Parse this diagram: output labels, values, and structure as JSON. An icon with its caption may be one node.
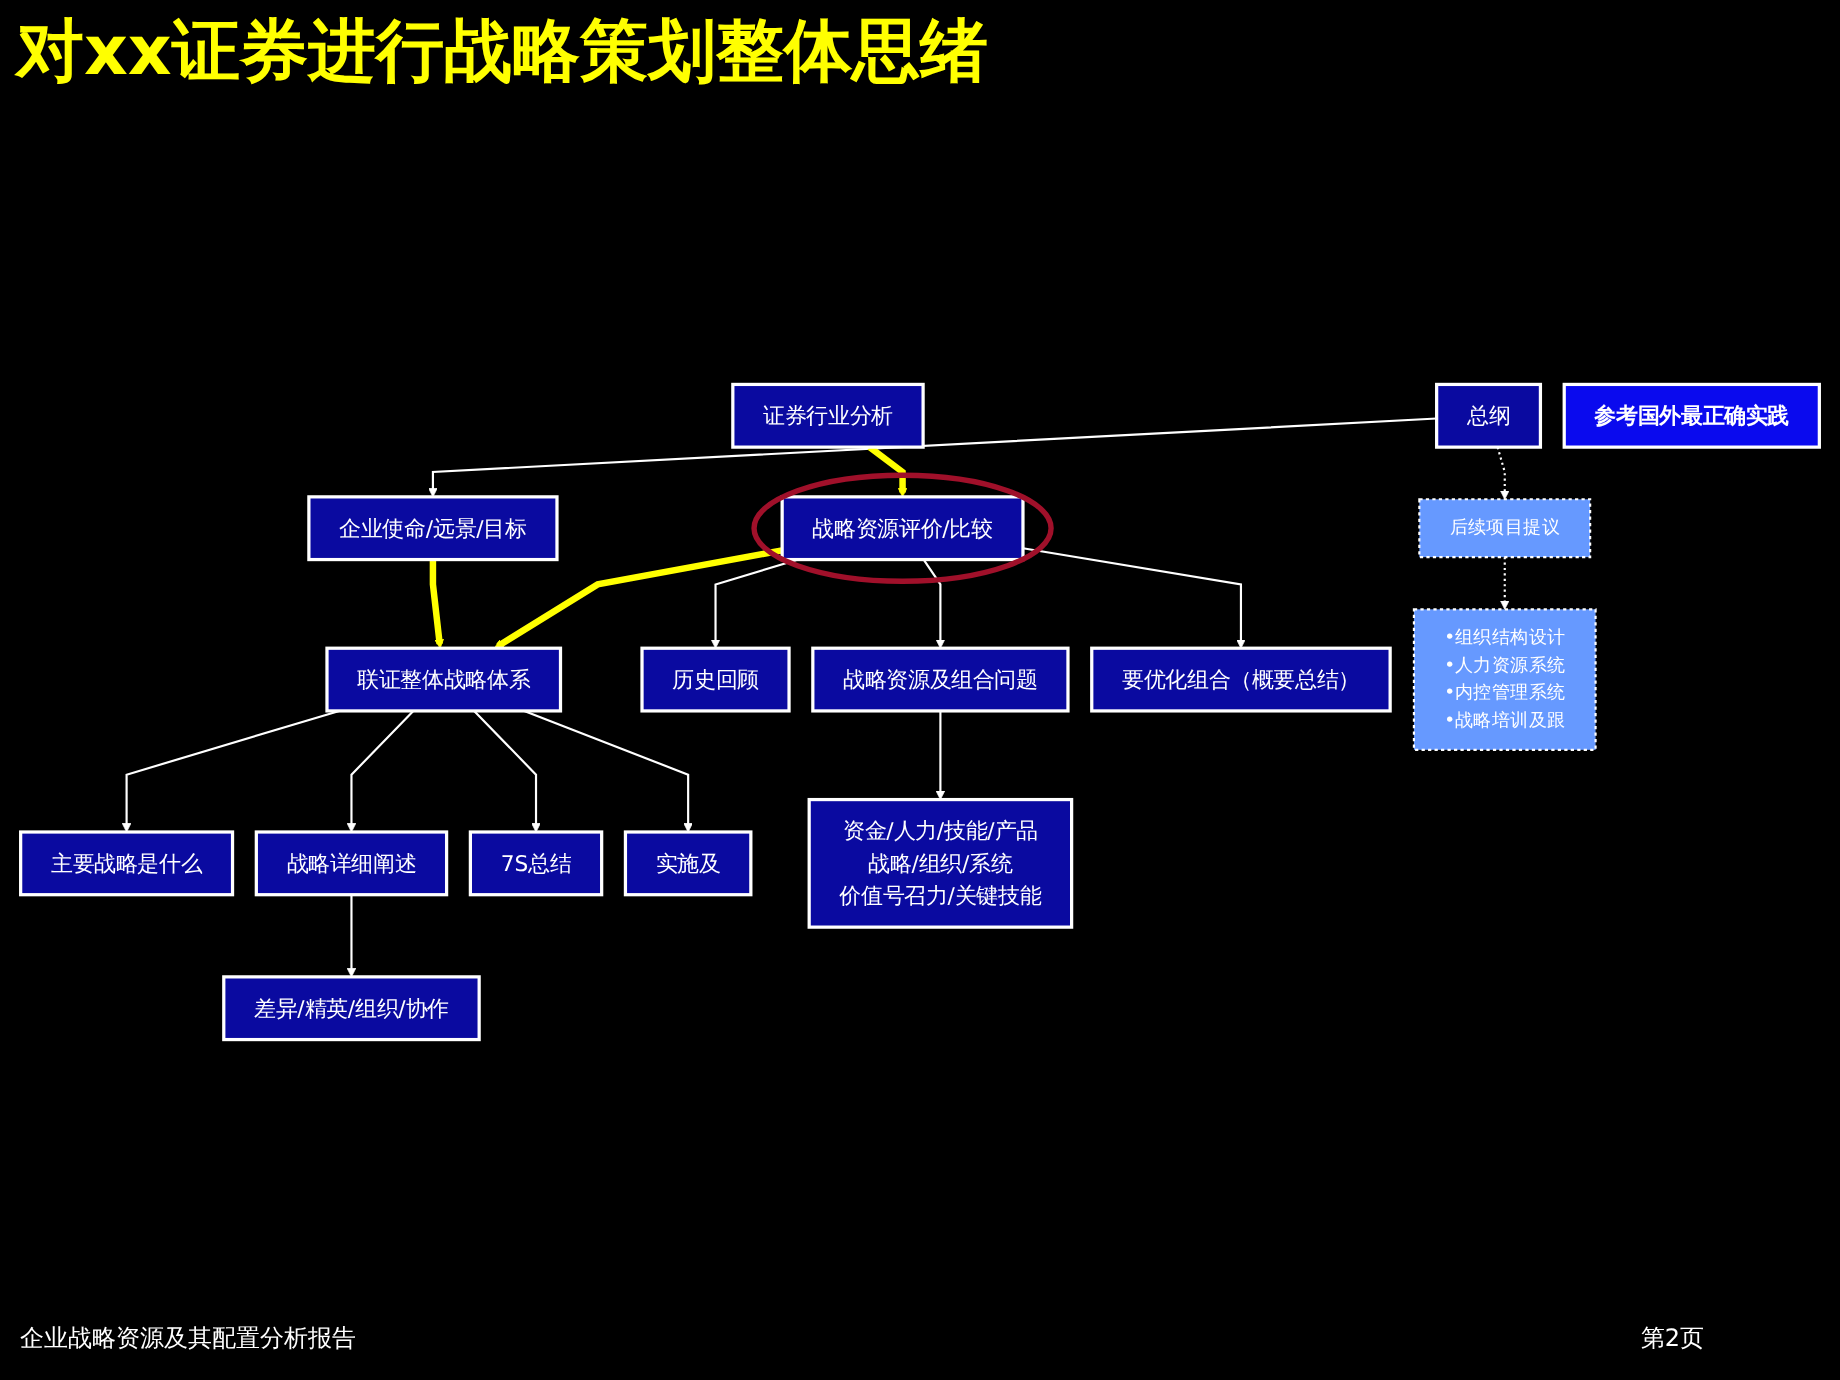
{
  "diagram": {
    "title": "对xx证券进行战略策划整体思绪",
    "nodes": [
      {
        "text": [
          "总纲"
        ]
      },
      {
        "text": [
          "后续项目提议"
        ]
      },
      {
        "text": [
          "•组织结构设计",
          "•人力资源系统",
          "•内控管理系统",
          "•战略培训及跟"
        ]
      },
      {
        "text": [
          "企业使命/远景/目标"
        ]
      },
      {
        "text": [
          "参考国外最正确实践"
        ]
      },
      {
        "text": [
          "证券行业分析"
        ]
      },
      {
        "text": [
          "战略资源评价/比较"
        ]
      },
      {
        "text": [
          "联证整体战略体系"
        ]
      },
      {
        "text": [
          "历史回顾"
        ]
      },
      {
        "text": [
          "战略资源及组合问题"
        ]
      },
      {
        "text": [
          "要优化组合（概要总结）"
        ]
      },
      {
        "text": [
          "主要战略是什么"
        ]
      },
      {
        "text": [
          "战略详细阐述"
        ]
      },
      {
        "text": [
          "7S总结"
        ]
      },
      {
        "text": [
          "实施及"
        ]
      },
      {
        "text": [
          "资金/人力/技能/产品",
          "战略/组织/系统",
          "价值号召力/关键技能"
        ]
      },
      {
        "text": [
          "差异/精英/组织/协作"
        ]
      }
    ],
    "edges": [
      {
        "from": 0,
        "to": 1,
        "arrow": "to",
        "style": "dashed"
      },
      {
        "from": 1,
        "to": 2,
        "arrow": "to",
        "style": "dashed"
      },
      {
        "from": 0,
        "to": 3,
        "arrow": "to"
      },
      {
        "from": 3,
        "to": 7,
        "arrow": "to",
        "style": "thick",
        "color": "#ffff00"
      },
      {
        "from": 5,
        "to": 6,
        "arrow": "to",
        "style": "thick",
        "color": "#ffff00"
      },
      {
        "from": 6,
        "to": 7,
        "arrow": "to",
        "style": "thick",
        "color": "#ffff00"
      },
      {
        "from": 6,
        "to": 8,
        "arrow": "to"
      },
      {
        "from": 6,
        "to": 9,
        "arrow": "to"
      },
      {
        "from": 6,
        "to": 10,
        "arrow": "to"
      },
      {
        "from": 9,
        "to": 15,
        "arrow": "to"
      },
      {
        "from": 7,
        "to": 11,
        "arrow": "to"
      },
      {
        "from": 7,
        "to": 12,
        "arrow": "to"
      },
      {
        "from": 7,
        "to": 13,
        "arrow": "to"
      },
      {
        "from": 7,
        "to": 14,
        "arrow": "to"
      },
      {
        "from": 12,
        "to": 16,
        "arrow": "to"
      }
    ],
    "labels": [
      "企业战略资源及其配置分析报告",
      "第2页"
    ]
  }
}
